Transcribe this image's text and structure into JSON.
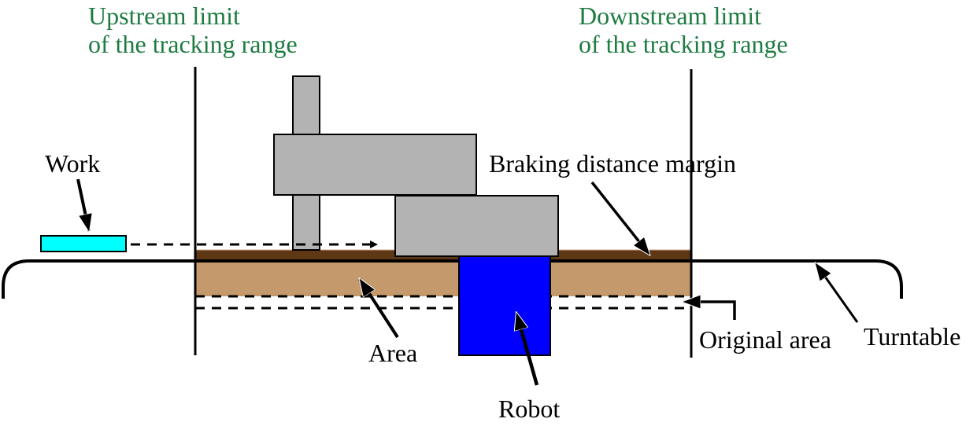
{
  "labels": {
    "upstream_line1": "Upstream limit",
    "upstream_line2": "of the tracking range",
    "downstream_line1": "Downstream limit",
    "downstream_line2": "of the tracking range",
    "work": "Work",
    "braking": "Braking distance margin",
    "area": "Area",
    "robot": "Robot",
    "original_area": "Original area",
    "turntable": "Turntable"
  },
  "colors": {
    "label_green": "#1e7b41",
    "work": "#00ffff",
    "robot": "#0000ff",
    "area": "#c49a6c",
    "braking_margin": "#5e3714",
    "arm": "#b3b3b3"
  }
}
